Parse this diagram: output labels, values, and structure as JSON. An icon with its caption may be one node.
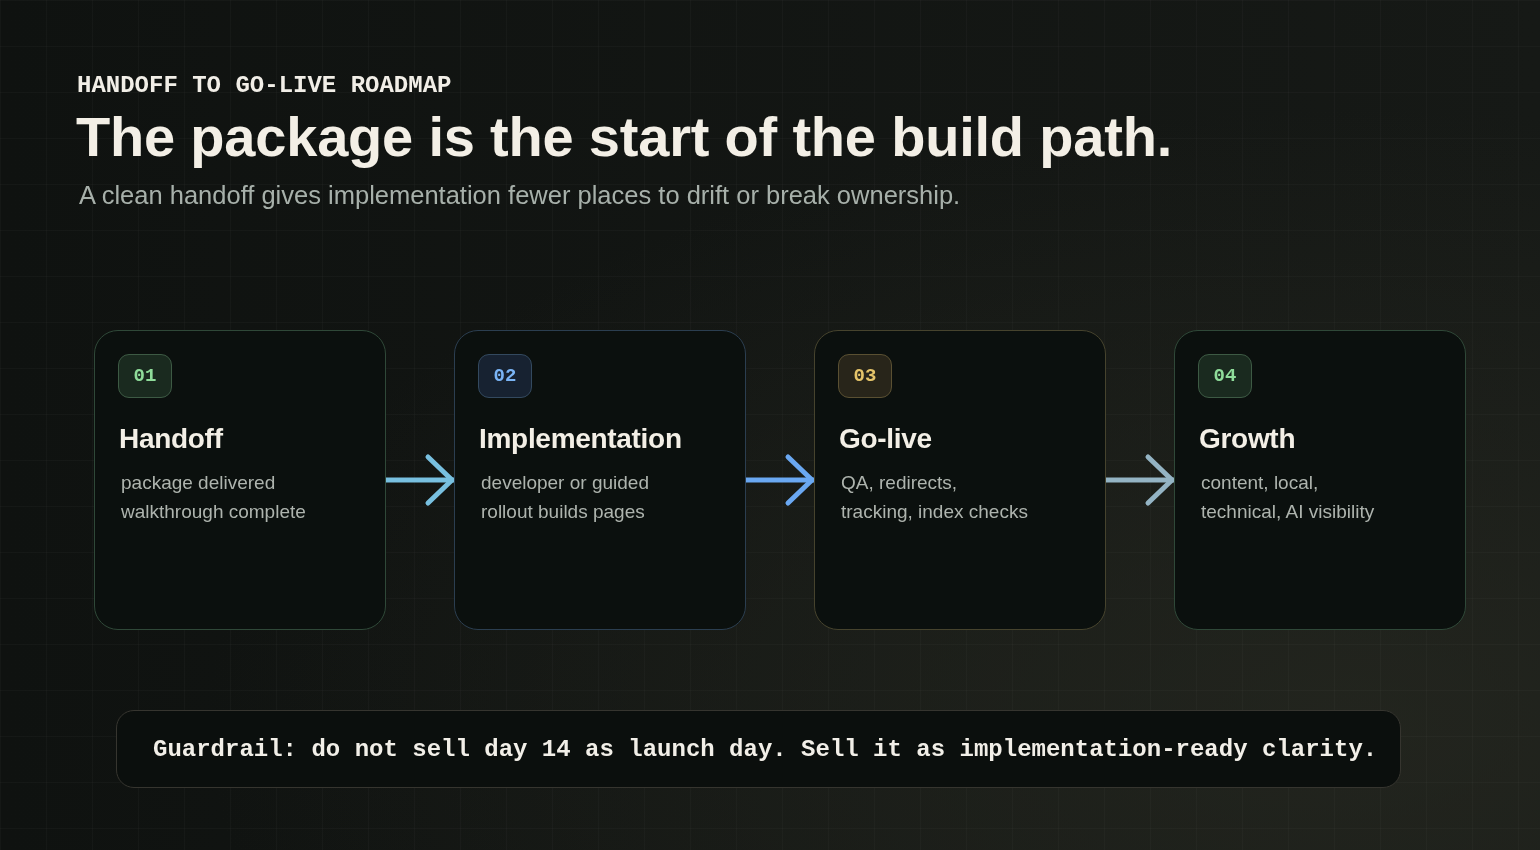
{
  "diagram": {
    "title": "The package is the start of the build path.",
    "nodes": [
      {
        "text": [
          "Handoff",
          "package delivered walkthrough complete"
        ]
      },
      {
        "text": [
          "01"
        ],
        "in": 0
      },
      {
        "text": [
          "Implementation",
          "developer or guided rollout builds pages"
        ]
      },
      {
        "text": [
          "02"
        ],
        "in": 2
      },
      {
        "text": [
          "Go-live",
          "QA, redirects, tracking, index checks"
        ]
      },
      {
        "text": [
          "03"
        ],
        "in": 4
      },
      {
        "text": [
          "Growth",
          "content, local, technical, AI visibility"
        ]
      },
      {
        "text": [
          "04"
        ],
        "in": 6
      },
      {
        "text": [
          "Guardrail: do not sell day 14 as launch day. Sell it as implementation-ready clarity."
        ]
      }
    ],
    "edges": [
      {
        "from": 0,
        "to": 2,
        "arrow": "to",
        "color": "#78c0e0"
      },
      {
        "from": 2,
        "to": 4,
        "arrow": "to",
        "color": "#6aa8f2"
      },
      {
        "from": 4,
        "to": 6,
        "arrow": "to",
        "color": "#94b4c4"
      }
    ],
    "labels": [
      "HANDOFF TO GO-LIVE ROADMAP",
      "A clean handoff gives implementation fewer places to drift or break ownership."
    ]
  }
}
